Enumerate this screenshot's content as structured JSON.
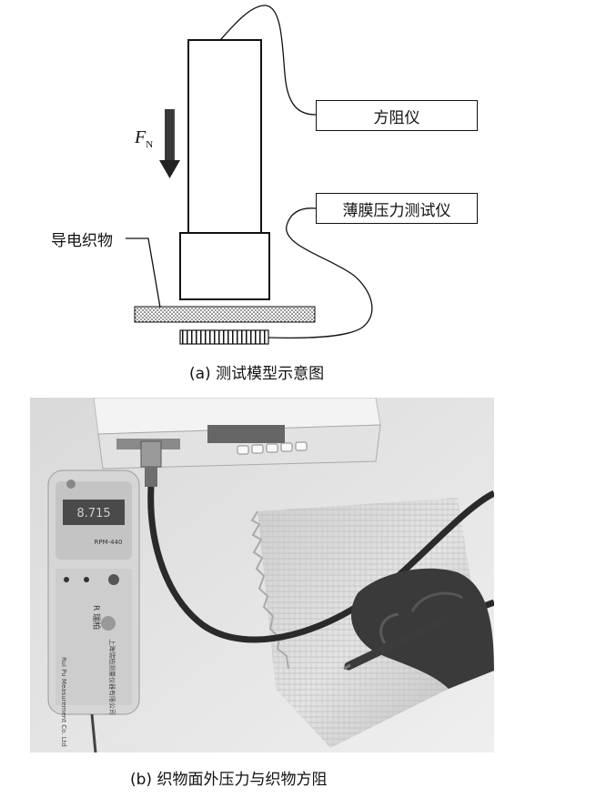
{
  "figure_a": {
    "caption": "(a) 测试模型示意图",
    "force_symbol": "F",
    "force_subscript": "N",
    "label_resistance_meter": "方阻仪",
    "label_film_pressure_tester": "薄膜压力测试仪",
    "label_conductive_fabric": "导电织物"
  },
  "figure_b": {
    "caption": "(b) 织物面外压力与织物方阻",
    "meter_model": "RPM-440",
    "meter_brand_vertical": "R 瑞柏",
    "meter_company_en": "Rui Pu Measurement Co. Ltd",
    "meter_company_cn": "上海瑞柏测量仪器有限公司"
  },
  "colors": {
    "line": "#111111",
    "photo_bg": "#e6e6e6",
    "meter_body": "#d8d8d8",
    "cable": "#2a2a2a"
  }
}
